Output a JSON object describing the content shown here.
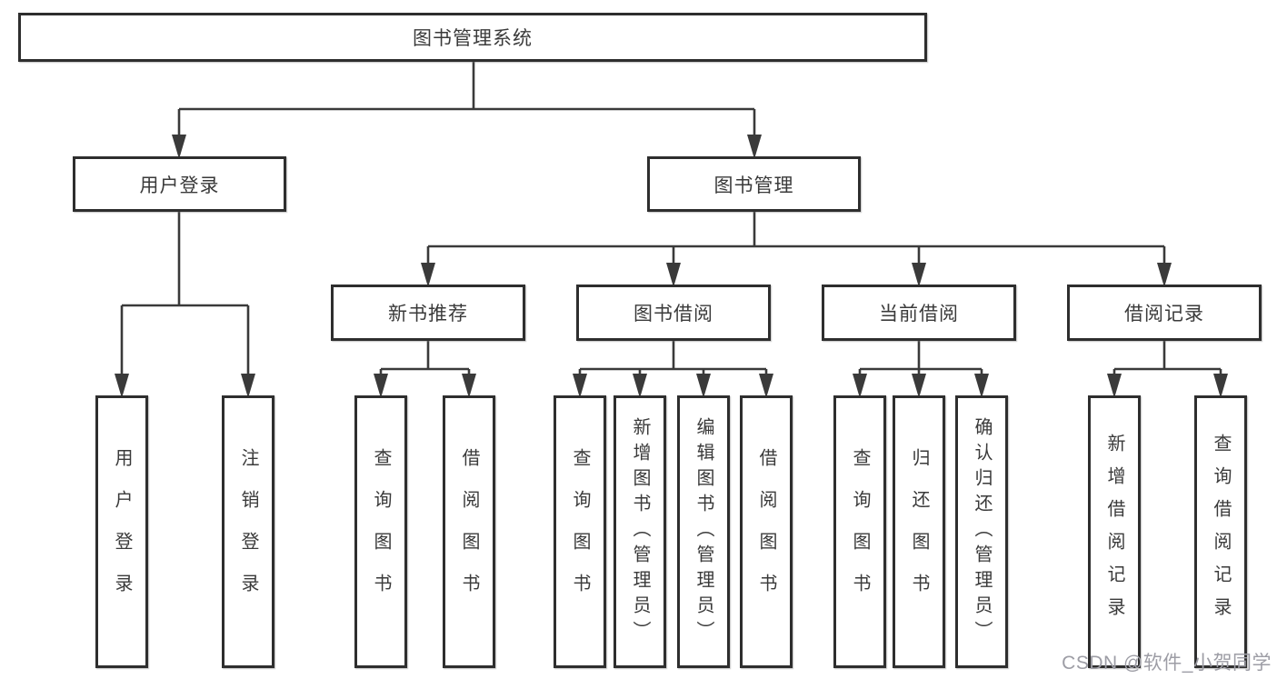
{
  "diagram": {
    "title": "图书管理系统",
    "root": {
      "label": "图书管理系统"
    },
    "level2": [
      {
        "label": "用户登录"
      },
      {
        "label": "图书管理"
      }
    ],
    "level3": [
      {
        "label": "新书推荐"
      },
      {
        "label": "图书借阅"
      },
      {
        "label": "当前借阅"
      },
      {
        "label": "借阅记录"
      }
    ],
    "leaves": [
      {
        "label": "用户登录",
        "parent": "用户登录"
      },
      {
        "label": "注销登录",
        "parent": "用户登录"
      },
      {
        "label": "查询图书",
        "parent": "新书推荐"
      },
      {
        "label": "借阅图书",
        "parent": "新书推荐"
      },
      {
        "label": "查询图书",
        "parent": "图书借阅"
      },
      {
        "label": "新增图书（管理员）",
        "parent": "图书借阅"
      },
      {
        "label": "编辑图书（管理员）",
        "parent": "图书借阅"
      },
      {
        "label": "借阅图书",
        "parent": "图书借阅"
      },
      {
        "label": "查询图书",
        "parent": "当前借阅"
      },
      {
        "label": "归还图书",
        "parent": "当前借阅"
      },
      {
        "label": "确认归还（管理员）",
        "parent": "当前借阅"
      },
      {
        "label": "新增借阅记录",
        "parent": "借阅记录"
      },
      {
        "label": "查询借阅记录",
        "parent": "借阅记录"
      }
    ]
  },
  "watermark": {
    "text": "CSDN @软件_小贺同学"
  },
  "colors": {
    "line": "#3a3a3a",
    "box_border": "#2e2e2e",
    "text": "#3a3a3a",
    "watermark": "#9d9da5",
    "background": "#ffffff"
  }
}
